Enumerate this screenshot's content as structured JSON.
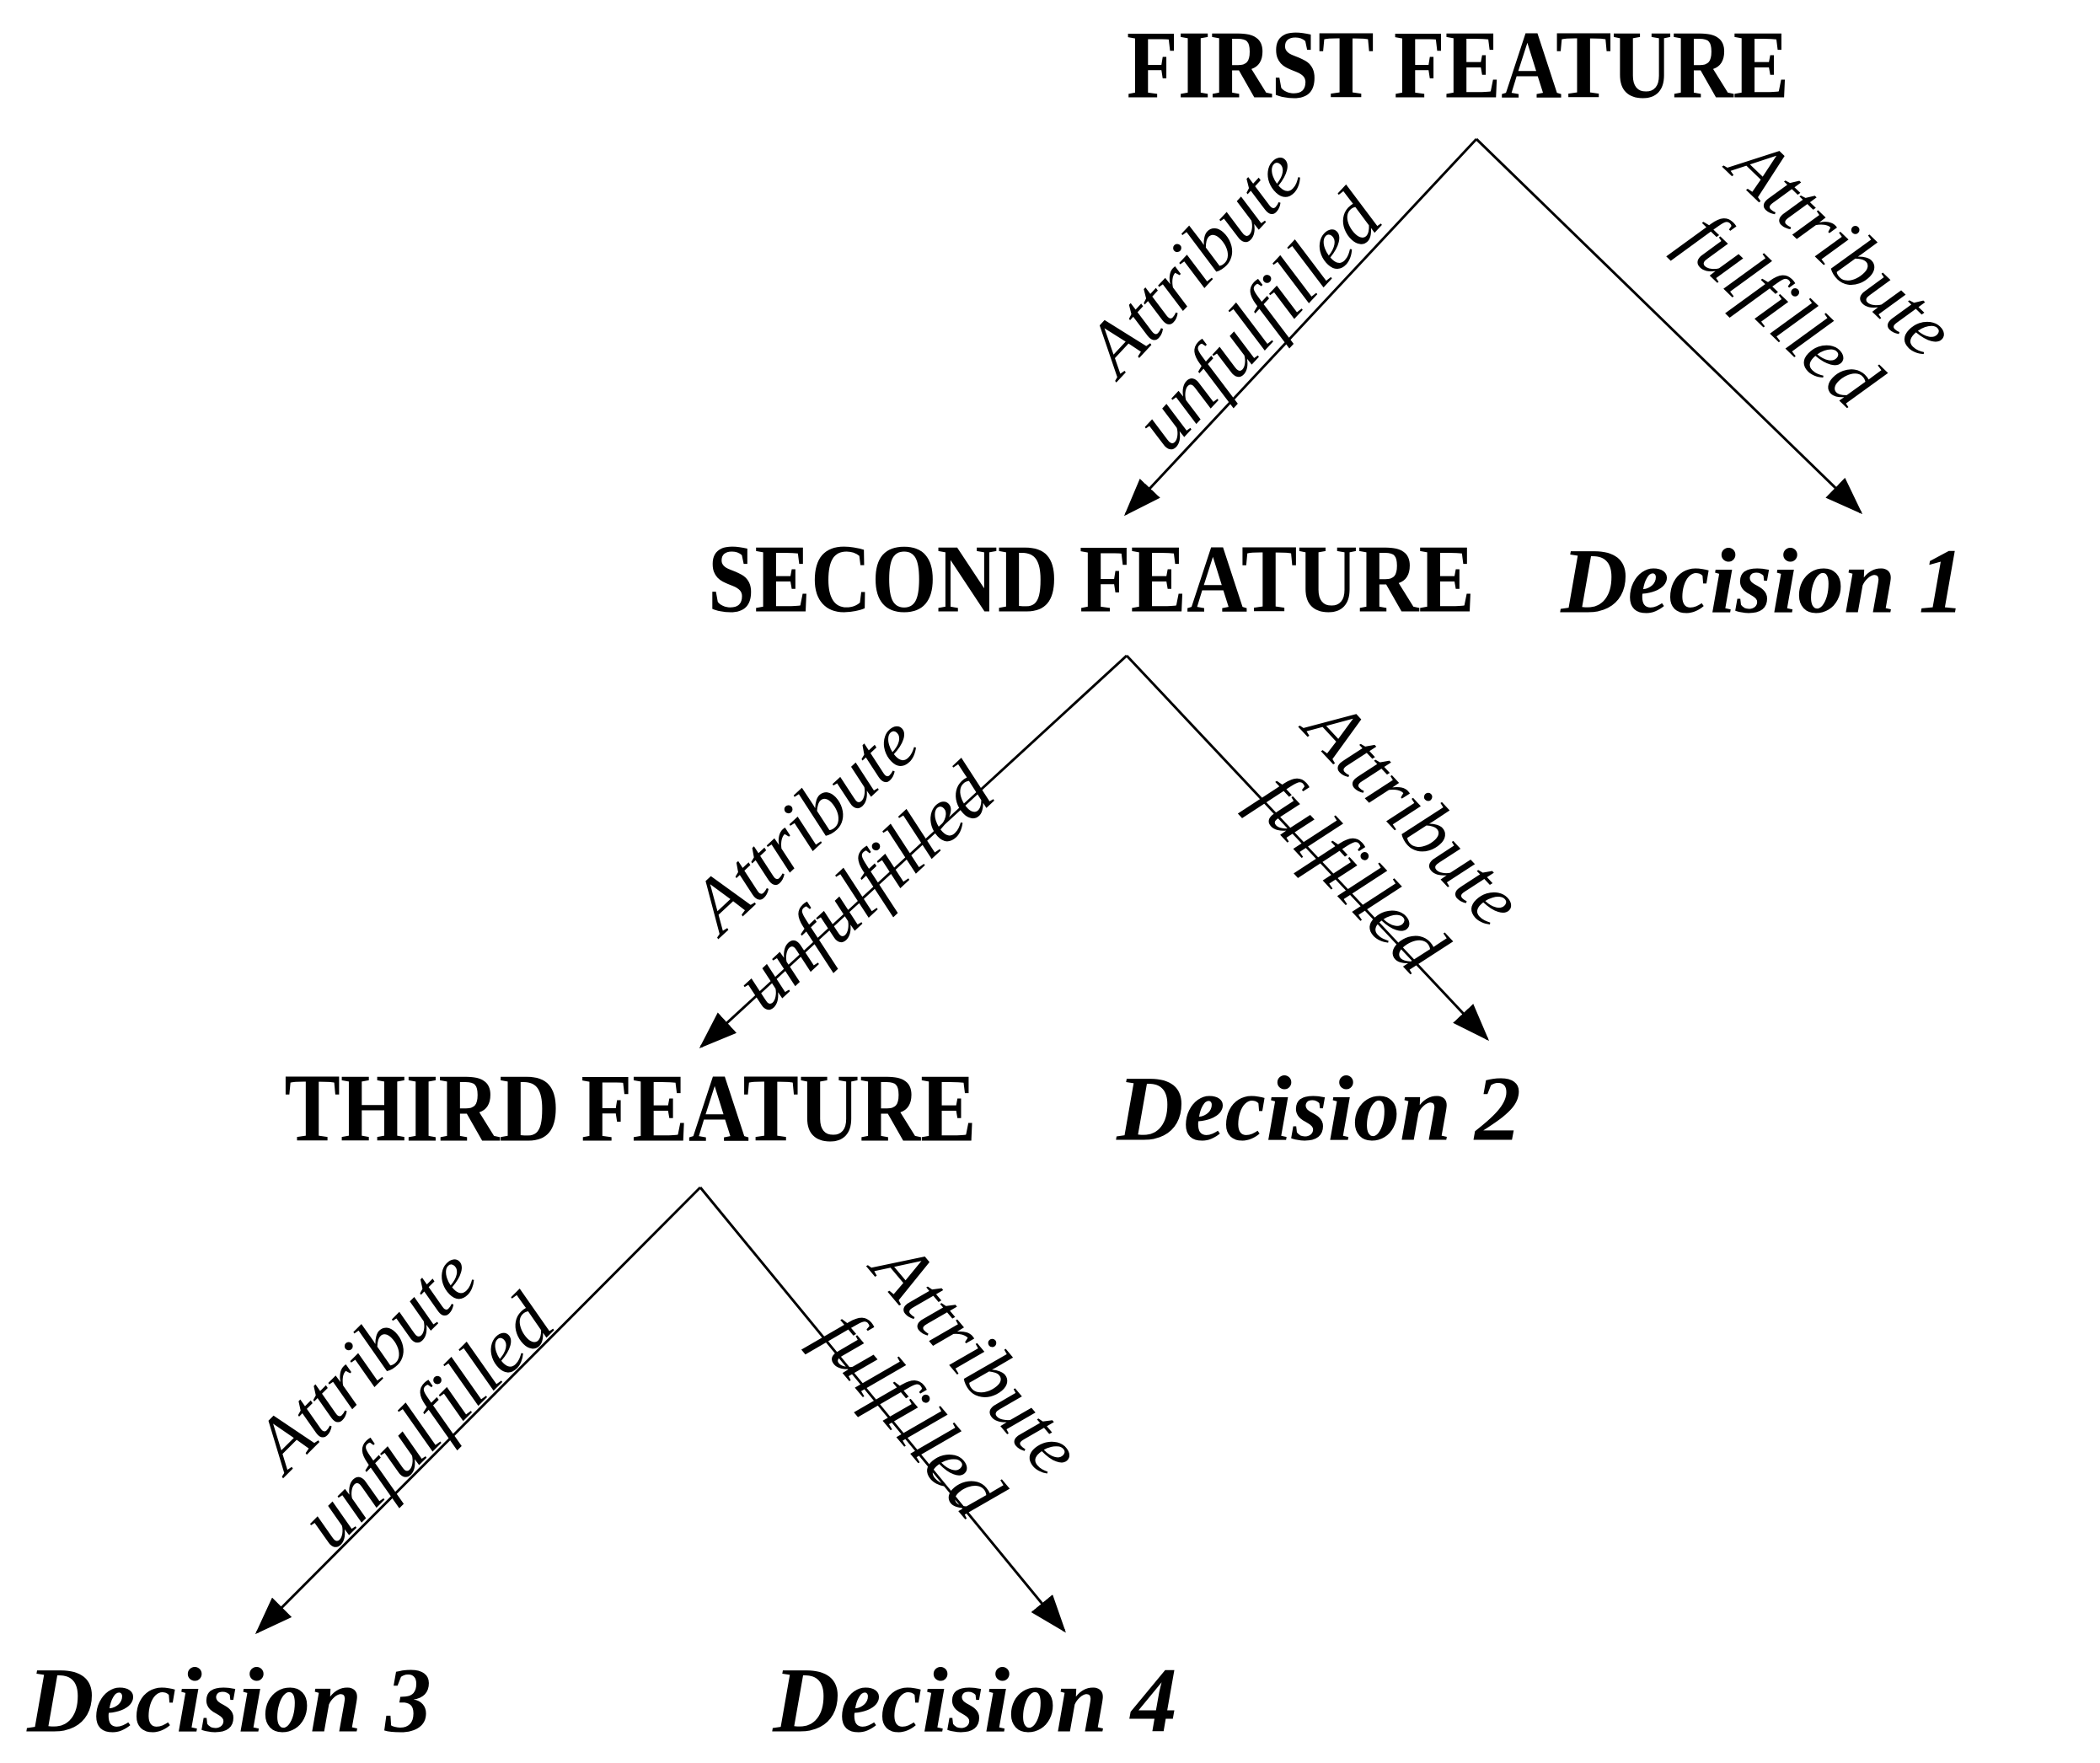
{
  "diagram": {
    "type": "decision-tree",
    "background": "#ffffff",
    "ink": "#000000",
    "nodes": {
      "first_feature": {
        "label": "FIRST FEATURE"
      },
      "second_feature": {
        "label": "SECOND FEATURE"
      },
      "third_feature": {
        "label": "THIRD FEATURE"
      },
      "decision_1": {
        "label": "Decision 1"
      },
      "decision_2": {
        "label": "Decision 2"
      },
      "decision_3": {
        "label": "Decision 3"
      },
      "decision_4": {
        "label": "Decision 4"
      }
    },
    "edges": [
      {
        "from": "FIRST FEATURE",
        "to": "SECOND FEATURE",
        "label_line1": "Attribute",
        "label_line2": "unfulfilled"
      },
      {
        "from": "FIRST FEATURE",
        "to": "Decision 1",
        "label_line1": "Attribute",
        "label_line2": "fulfilled"
      },
      {
        "from": "SECOND FEATURE",
        "to": "THIRD FEATURE",
        "label_line1": "Attribute",
        "label_line2": "unfulfilled"
      },
      {
        "from": "SECOND FEATURE",
        "to": "Decision 2",
        "label_line1": "Attribute",
        "label_line2": "fulfilled"
      },
      {
        "from": "THIRD FEATURE",
        "to": "Decision 3",
        "label_line1": "Attribute",
        "label_line2": "unfulfilled"
      },
      {
        "from": "THIRD FEATURE",
        "to": "Decision 4",
        "label_line1": "Attribute",
        "label_line2": "fulfilled"
      }
    ]
  }
}
